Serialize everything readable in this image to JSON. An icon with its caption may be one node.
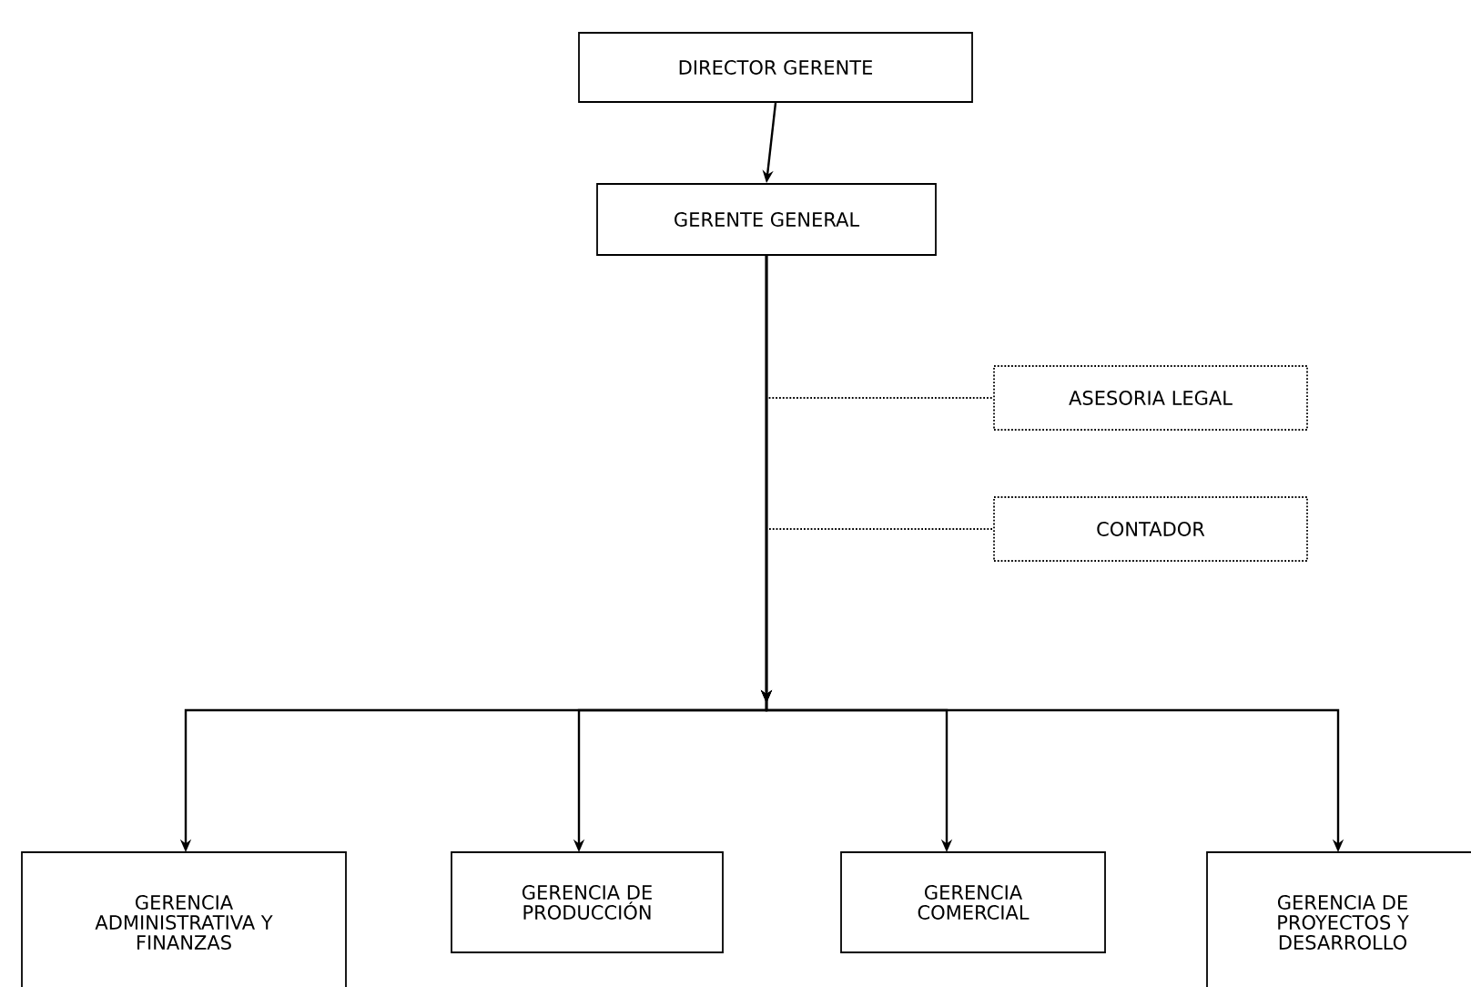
{
  "diagram": {
    "nodes": [
      {
        "text": [
          "DIRECTOR GERENTE"
        ]
      },
      {
        "text": [
          "GERENTE GENERAL"
        ]
      },
      {
        "text": [
          "ASESORIA LEGAL"
        ]
      },
      {
        "text": [
          "CONTADOR"
        ]
      },
      {
        "text": [
          "GERENCIA ADMINISTRATIVA Y FINANZAS"
        ]
      },
      {
        "text": [
          "GERENCIA DE PRODUCCIÓN"
        ]
      },
      {
        "text": [
          "GERENCIA COMERCIAL"
        ]
      },
      {
        "text": [
          "GERENCIA DE PROYECTOS Y DESARROLLO"
        ]
      }
    ],
    "edges": [
      {
        "from": 0,
        "to": 1,
        "arrow": "to"
      },
      {
        "from": 1,
        "to": 2,
        "arrow": "none",
        "style": "dashed"
      },
      {
        "from": 1,
        "to": 3,
        "arrow": "none",
        "style": "dashed"
      },
      {
        "from": 1,
        "to": 4,
        "arrow": "to"
      },
      {
        "from": 1,
        "to": 5,
        "arrow": "to"
      },
      {
        "from": 1,
        "to": 6,
        "arrow": "to"
      },
      {
        "from": 1,
        "to": 7,
        "arrow": "to"
      }
    ]
  }
}
